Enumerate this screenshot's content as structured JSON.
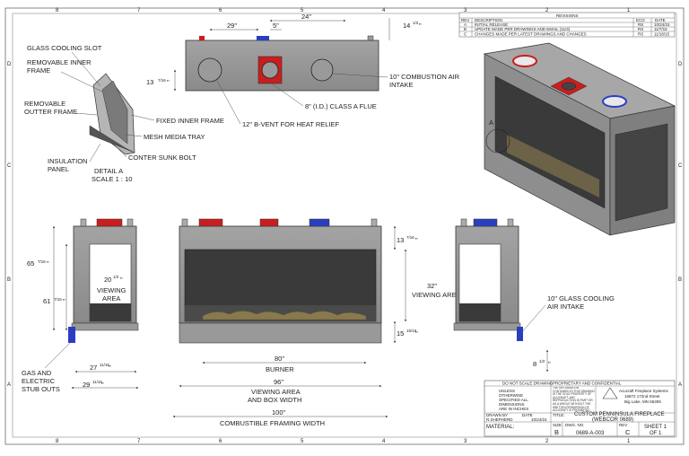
{
  "border": {
    "cols": [
      "8",
      "7",
      "6",
      "5",
      "4",
      "3",
      "2",
      "1"
    ],
    "rows": [
      "D",
      "C",
      "B",
      "A"
    ]
  },
  "revisions": {
    "title": "REVISIONS",
    "headers": [
      "REV",
      "DESCRIPTION",
      "ECO",
      "DATE"
    ],
    "rows": [
      {
        "rev": "A",
        "desc": "INITIAL RELEASE",
        "eco": "RS",
        "date": "10/24/15"
      },
      {
        "rev": "B",
        "desc": "UPDATE MADE PER DRAWINGS AND EMAIL (11/4)",
        "eco": "RS",
        "date": "11/7/15"
      },
      {
        "rev": "C",
        "desc": "CHANGES MADE PER LATEST DRAWINGS AND CHANGES",
        "eco": "RS",
        "date": "11/16/15"
      }
    ]
  },
  "top_view": {
    "dim_29": "29\"",
    "dim_5": "5\"",
    "dim_24": "24\"",
    "dim_14": "14",
    "dim_14_frac": "1/2",
    "dim_14_unit": "\"",
    "dim_13": "13",
    "dim_13_frac": "7/16",
    "dim_13_unit": "\"",
    "combustion_1": "10\" COMBUSTION AIR",
    "combustion_2": "INTAKE",
    "flue": "8\" (I.D.) CLASS A FLUE",
    "bvent": "12\" B-VENT FOR HEAT RELIEF"
  },
  "detail": {
    "glass_slot": "GLASS COOLING SLOT",
    "inner_frame_1": "REMOVABLE INNER",
    "inner_frame_2": "FRAME",
    "outer_frame_1": "REMOVABLE",
    "outer_frame_2": "OUTTER FRAME",
    "fixed_frame": "FIXED INNER FRAME",
    "mesh": "MESH MEDIA TRAY",
    "bolt": "CONTER SUNK BOLT",
    "insulation_1": "INSULATION",
    "insulation_2": "PANEL",
    "detail_title": "DETAIL A",
    "scale": "SCALE 1 : 10",
    "iso_label": "A"
  },
  "left_view": {
    "h_outer": "65",
    "h_outer_frac": "7/16",
    "h_outer_unit": "\"",
    "h_inner": "61",
    "h_inner_frac": "7/16",
    "h_inner_unit": "\"",
    "viewing": "20",
    "viewing_frac": "1/2",
    "viewing_unit": "\"",
    "viewing_1": "VIEWING",
    "viewing_2": "AREA",
    "gas_1": "GAS AND",
    "gas_2": "ELECTRIC",
    "gas_3": "STUB OUTS",
    "w1": "27",
    "w1_frac": "11/16",
    "w1_unit": "\"",
    "w2": "29",
    "w2_frac": "11/16",
    "w2_unit": "\""
  },
  "front_view": {
    "top_dim": "13",
    "top_dim_frac": "7/16",
    "top_dim_unit": "\"",
    "height": "32\"",
    "viewing_area": "VIEWING AREA",
    "bottom_dim": "15",
    "bottom_dim_frac": "15/16",
    "bottom_dim_unit": "\"",
    "burner_dim": "80\"",
    "burner": "BURNER",
    "viewing_dim": "96\"",
    "viewing_1": "VIEWING AREA",
    "viewing_2": "AND BOX WIDTH",
    "framing_dim": "100\"",
    "framing": "COMBUSTIBLE FRAMING WIDTH"
  },
  "right_view": {
    "glass_1": "10\" GLASS COOLING",
    "glass_2": "AIR INTAKE",
    "bottom": "8",
    "bottom_frac": "1/2",
    "bottom_unit": "\""
  },
  "title_block": {
    "noscale": "DO NOT SCALE DRAWING",
    "prop_title": "PROPRIETARY AND CONFIDENTIAL",
    "prop_body": "THE INFORMATION CONTAINED IN THIS DRAWING IS THE SOLE PROPERTY OF ACUCRAFT. ANY REPRODUCTION IN PART OR AS A WHOLE WITHOUT THE WRITTEN PERMISSION OF ACUCRAFT IS PROHIBITED",
    "unless_1": "UNLESS",
    "unless_2": "OTHERWISE",
    "unless_3": "SPECIFIED ALL",
    "unless_4": "DIMENSIONS",
    "unless_5": "ARE IN INCHES",
    "company": "Acucraft Fireplace Systems",
    "address_1": "16872 172nd Street",
    "address_2": "Big Lake, MN 55309",
    "drawn_by_label": "DRAWN BY",
    "drawn_by": "R.SHEPHERD",
    "date_label": "DATE",
    "date": "10/24/15",
    "material_label": "MATERIAL:",
    "title_label": "TITLE:",
    "title_1": "CUSTOM PENNINSULA FIREPLACE",
    "title_2": "(WEBCOR 0689)",
    "size_label": "SIZE",
    "size": "B",
    "dwg_label": "DWG. NO.",
    "dwg": "0689-A-003",
    "rev_label": "REV",
    "rev": "C",
    "sheet_1": "SHEET 1",
    "sheet_2": "OF 1"
  },
  "colors": {
    "steel": "#8f8f8f",
    "red_collar": "#c81e1e",
    "blue_collar": "#2a3fc0",
    "dark_glass": "#3a3a3a"
  }
}
